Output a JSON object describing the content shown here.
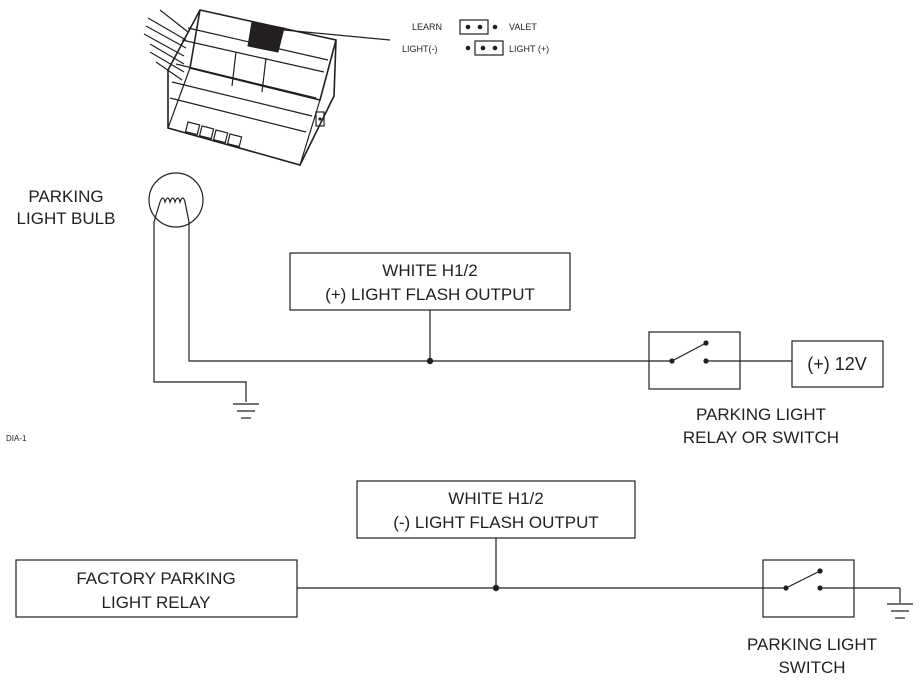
{
  "module": {
    "jumper_labels": {
      "learn": "LEARN",
      "valet": "VALET",
      "light_minus": "LIGHT(-)",
      "light_plus": "LIGHT (+)"
    }
  },
  "diagram_top": {
    "bulb_label_line1": "PARKING",
    "bulb_label_line2": "LIGHT BULB",
    "output_box_line1": "WHITE H1/2",
    "output_box_line2": "(+) LIGHT FLASH OUTPUT",
    "power_box": "(+) 12V",
    "relay_label_line1": "PARKING LIGHT",
    "relay_label_line2": "RELAY OR SWITCH",
    "figure_id": "DIA-1"
  },
  "diagram_bottom": {
    "output_box_line1": "WHITE H1/2",
    "output_box_line2": "(-) LIGHT FLASH OUTPUT",
    "factory_box_line1": "FACTORY PARKING",
    "factory_box_line2": "LIGHT RELAY",
    "switch_label_line1": "PARKING LIGHT",
    "switch_label_line2": "SWITCH"
  }
}
